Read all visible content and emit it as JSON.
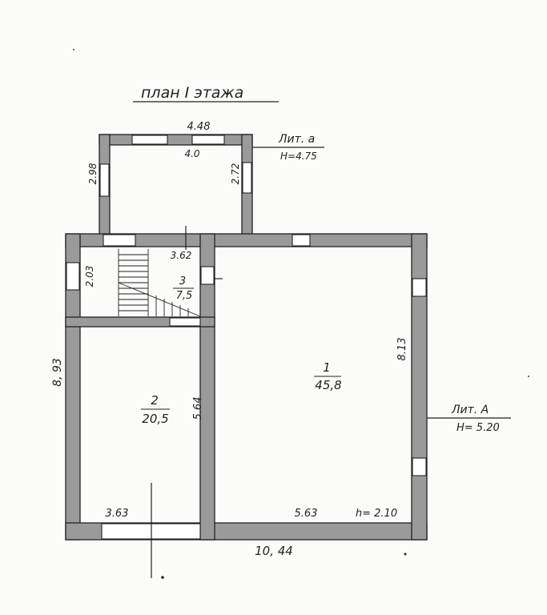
{
  "title": "план   I этажа",
  "annex": {
    "lit_label": "Лит. а",
    "height_label": "H=4.75",
    "dim_top": "4.48",
    "dim_inner_top": "4.0",
    "dim_left": "2.98",
    "dim_right": "2.72"
  },
  "main": {
    "lit_label": "Лит. А",
    "height_label": "H= 5.20",
    "dim_left": "8, 93",
    "dim_bottom": "10, 44"
  },
  "rooms": [
    {
      "number": "1",
      "area": "45,8"
    },
    {
      "number": "2",
      "area": "20,5"
    },
    {
      "number": "3",
      "area": "7,5"
    }
  ],
  "dims": {
    "stair_width": "3.62",
    "stair_height": "2.03",
    "room1_height": "8.13",
    "room1_width": "5.63",
    "room1_h": "h= 2.10",
    "room2_height": "5.64",
    "room2_width": "3.63"
  }
}
